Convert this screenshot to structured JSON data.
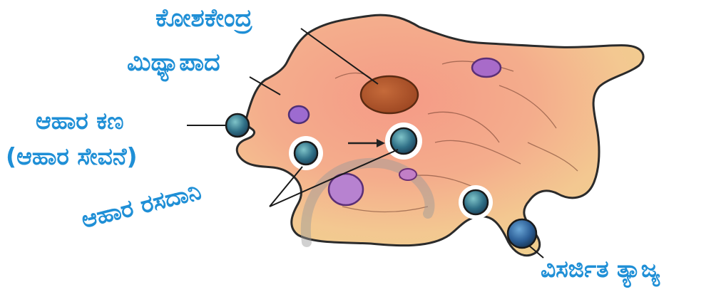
{
  "labels": {
    "nucleus": "ಕೋಶಕೇಂದ್ರ",
    "pseudopodia": "ಮಿಥ್ಯಾಪಾದ",
    "food_particle": "ಆಹಾರ ಕಣ",
    "ingestion": "(ಆಹಾರ ಸೇವನೆ)",
    "food_vacuole": "ಆಹಾರ ರಸದಾನಿ",
    "excreted_waste": "ವಿಸರ್ಜಿತ ತ್ಯಾಜ್ಯ"
  },
  "colors": {
    "label_text": "#1f8fd6",
    "cell_outline": "#2b2b2b",
    "cell_fill_pink": "#f4a487",
    "cell_fill_yellow": "#f3cf8f",
    "nucleus": "#b5562c",
    "vacuole_purple": "#a66bc9",
    "food_particle": "#2f6f86"
  }
}
